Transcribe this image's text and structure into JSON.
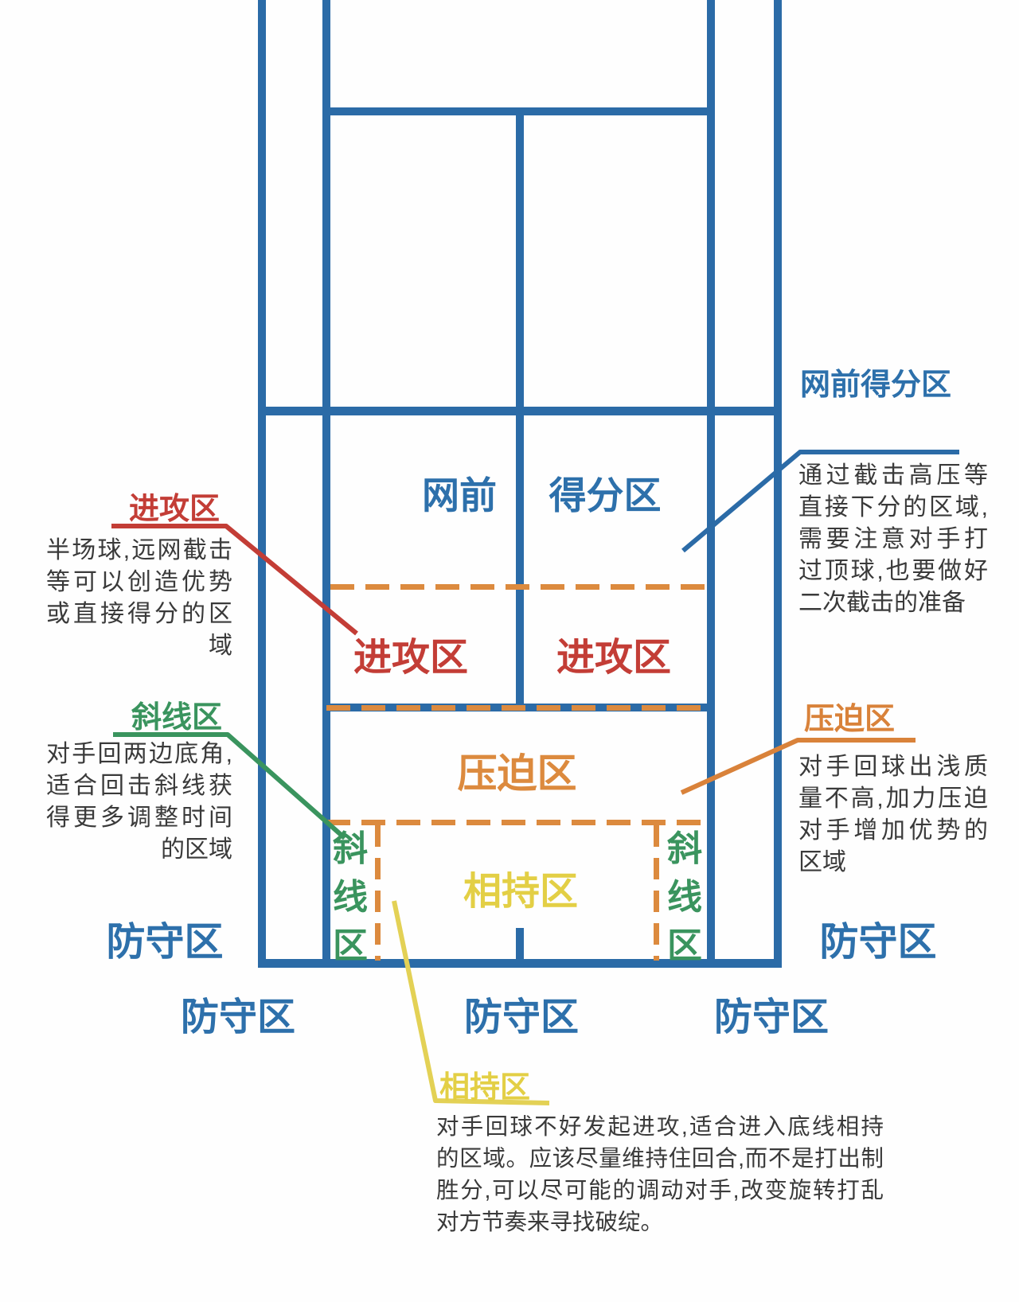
{
  "colors": {
    "court_blue": "#2b6ba7",
    "zone_label_blue": "#2d70ab",
    "attack_red": "#c33d36",
    "crosscourt_green": "#3a945e",
    "pressure_orange": "#dc8a3e",
    "rally_yellow": "#e3cf45",
    "body_text_gray": "#3a3a3a",
    "background": "#fefefe"
  },
  "court": {
    "zones": {
      "net_front_left_label": "网前",
      "net_front_right_label": "得分区",
      "attack_left_label": "进攻区",
      "attack_right_label": "进攻区",
      "pressure_label": "压迫区",
      "rally_label": "相持区",
      "crosscourt_left_label": "斜线区",
      "crosscourt_right_label": "斜线区",
      "defense_side_left_label": "防守区",
      "defense_side_right_label": "防守区",
      "defense_bottom_left_label": "防守区",
      "defense_bottom_center_label": "防守区",
      "defense_bottom_right_label": "防守区"
    }
  },
  "annotations": {
    "net_front": {
      "title": "网前得分区",
      "lines": [
        "通过截击高压等",
        "直接下分的区域,",
        "需要注意对手打",
        "过顶球,也要做好",
        "二次截击的准备"
      ]
    },
    "attack": {
      "title": "进攻区",
      "lines": [
        "半场球,远网截击",
        "等可以创造优势",
        "或直接得分的区",
        "域"
      ]
    },
    "crosscourt": {
      "title": "斜线区",
      "lines": [
        "对手回两边底角,",
        "适合回击斜线获",
        "得更多调整时间",
        "的区域"
      ]
    },
    "pressure": {
      "title": "压迫区",
      "lines": [
        "对手回球出浅质",
        "量不高,加力压迫",
        "对手增加优势的",
        "区域"
      ]
    },
    "rally": {
      "title": "相持区",
      "lines": [
        "对手回球不好发起进攻,适合进入底线相持",
        "的区域。应该尽量维持住回合,而不是打出制",
        "胜分,可以尽可能的调动对手,改变旋转打乱",
        "对方节奏来寻找破绽。"
      ]
    }
  }
}
